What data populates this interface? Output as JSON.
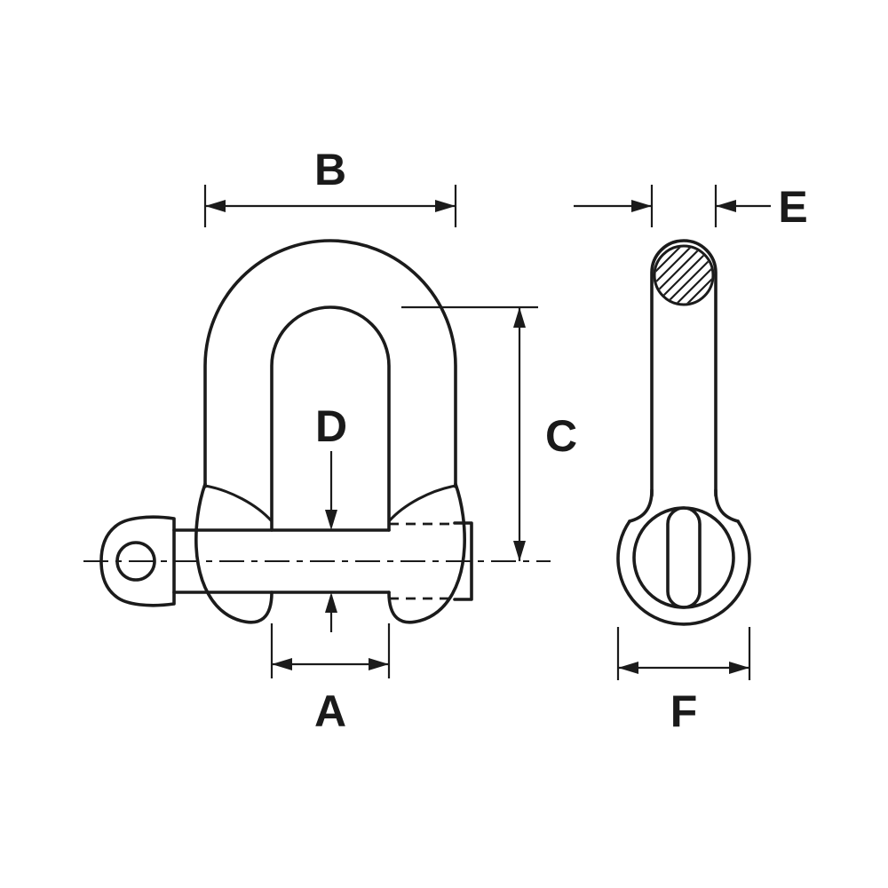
{
  "drawing": {
    "labels": {
      "a": "A",
      "b": "B",
      "c": "C",
      "d": "D",
      "e": "E",
      "f": "F"
    },
    "colors": {
      "line": "#1b1b1b",
      "background": "#ffffff"
    }
  }
}
